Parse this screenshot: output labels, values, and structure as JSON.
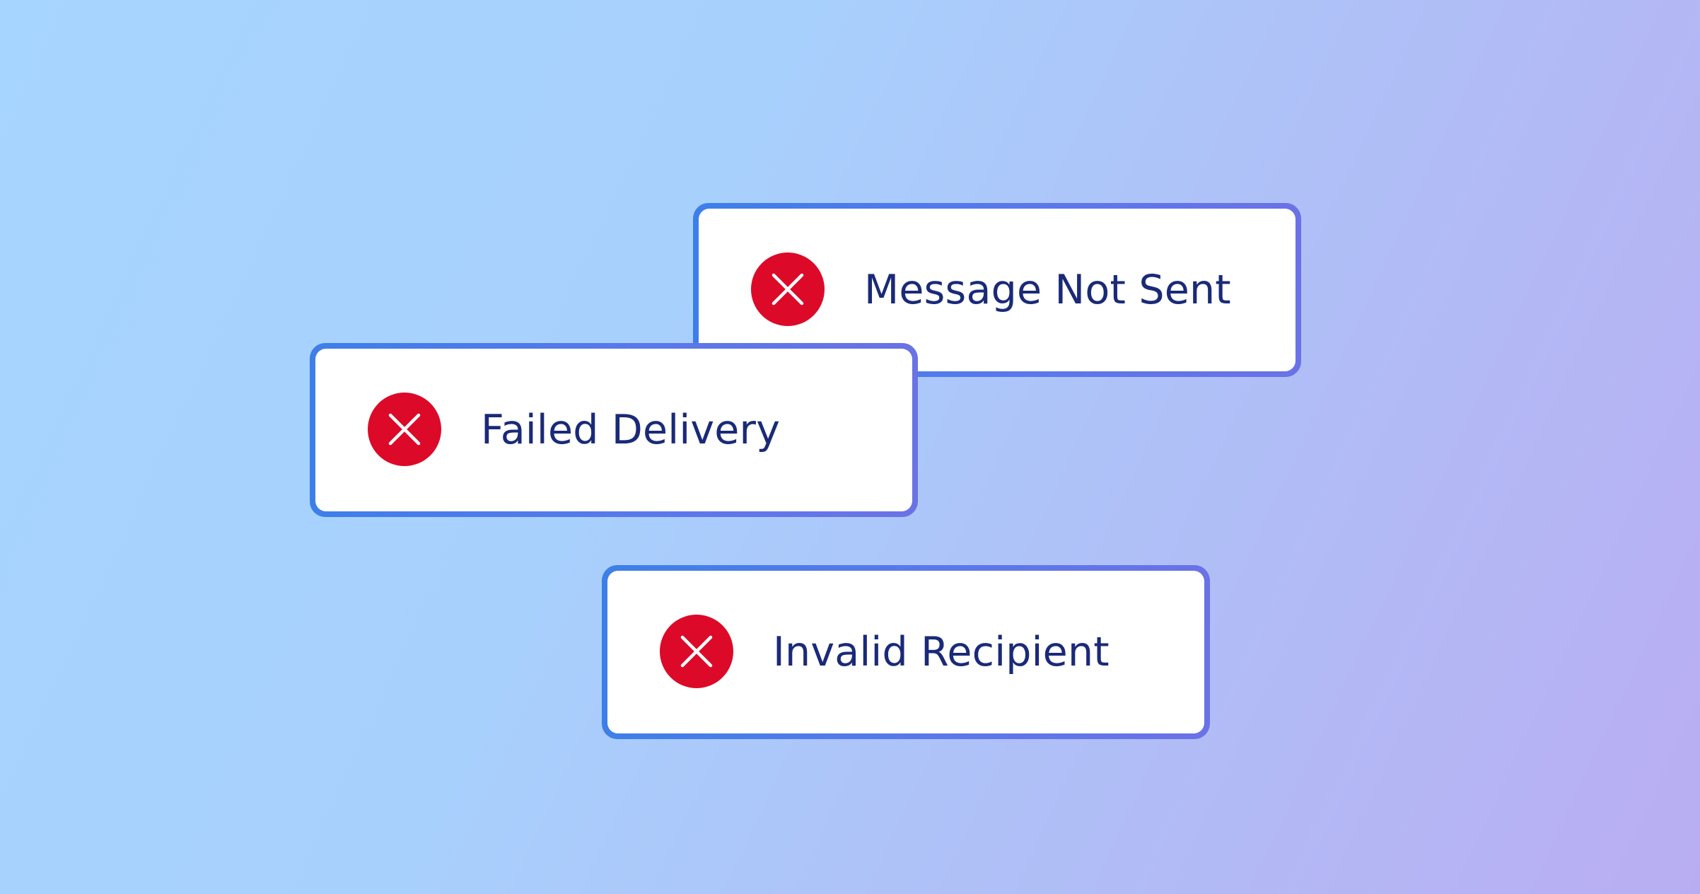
{
  "colors": {
    "badge": "#dc0a28",
    "text": "#1a2a78",
    "card_border": "#3d7fe8",
    "background_start": "#a6d5ff",
    "background_end": "#b9adf2"
  },
  "cards": [
    {
      "label": "Message Not Sent",
      "icon": "close-x-icon"
    },
    {
      "label": "Failed Delivery",
      "icon": "close-x-icon"
    },
    {
      "label": "Invalid Recipient",
      "icon": "close-x-icon"
    }
  ]
}
